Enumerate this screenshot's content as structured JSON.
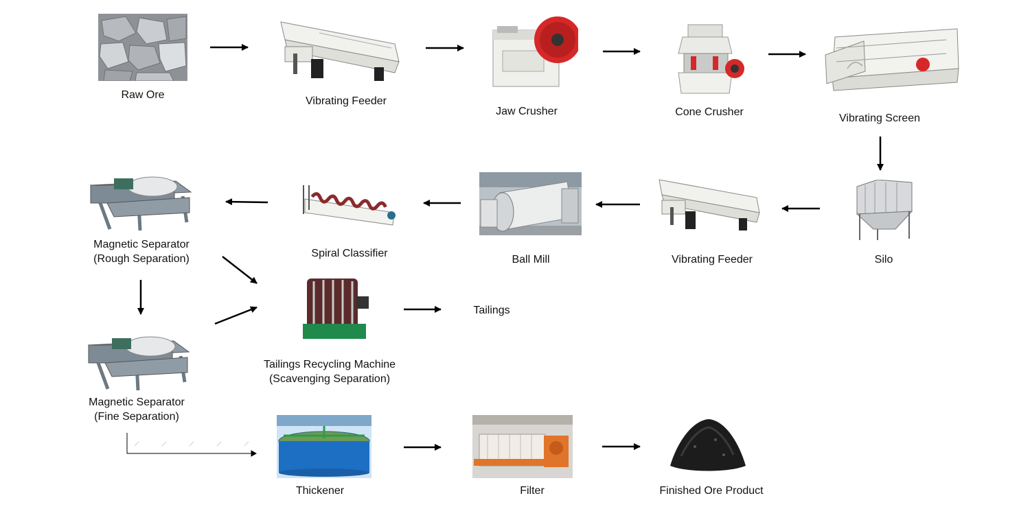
{
  "nodes": {
    "raw_ore": {
      "label": "Raw Ore"
    },
    "vibrating_feeder_1": {
      "label": "Vibrating Feeder"
    },
    "jaw_crusher": {
      "label": "Jaw Crusher"
    },
    "cone_crusher": {
      "label": "Cone Crusher"
    },
    "vibrating_screen": {
      "label": "Vibrating Screen"
    },
    "silo": {
      "label": "Silo"
    },
    "vibrating_feeder_2": {
      "label": "Vibrating Feeder"
    },
    "ball_mill": {
      "label": "Ball Mill"
    },
    "spiral_classifier": {
      "label": "Spiral Classifier"
    },
    "magnetic_separator_rough": {
      "line1": "Magnetic Separator",
      "line2": "(Rough Separation)"
    },
    "magnetic_separator_fine": {
      "line1": "Magnetic Separator",
      "line2": "(Fine Separation)"
    },
    "tailings_recycling": {
      "line1": "Tailings Recycling Machine",
      "line2": "(Scavenging Separation)"
    },
    "tailings": {
      "label": "Tailings"
    },
    "thickener": {
      "label": "Thickener"
    },
    "filter": {
      "label": "Filter"
    },
    "finished_product": {
      "label": "Finished Ore Product"
    }
  },
  "colors": {
    "arrow": "#000000",
    "machine_white": "#eeeeee",
    "machine_red": "#d62828",
    "separator_gray": "#7d8b96",
    "rock_gray": "#9a9ea3",
    "thickener_blue": "#1d6fc4",
    "filter_orange": "#e0742a",
    "product_black": "#1c1c1c",
    "tailings_green": "#1f8a4c"
  }
}
